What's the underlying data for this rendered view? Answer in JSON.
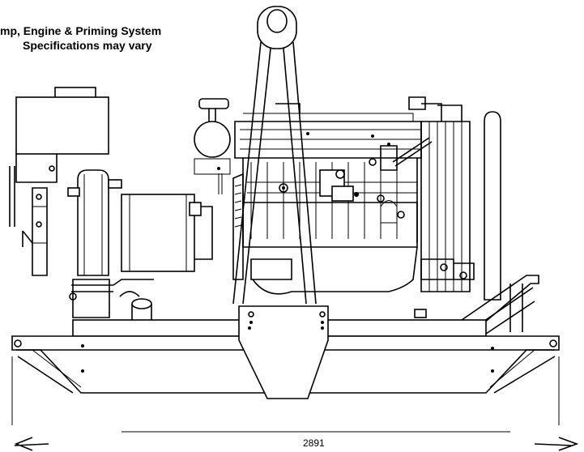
{
  "title": {
    "line1": "mp, Engine & Priming System",
    "line2": "Specifications may vary"
  },
  "dimension": {
    "length": "2891"
  }
}
